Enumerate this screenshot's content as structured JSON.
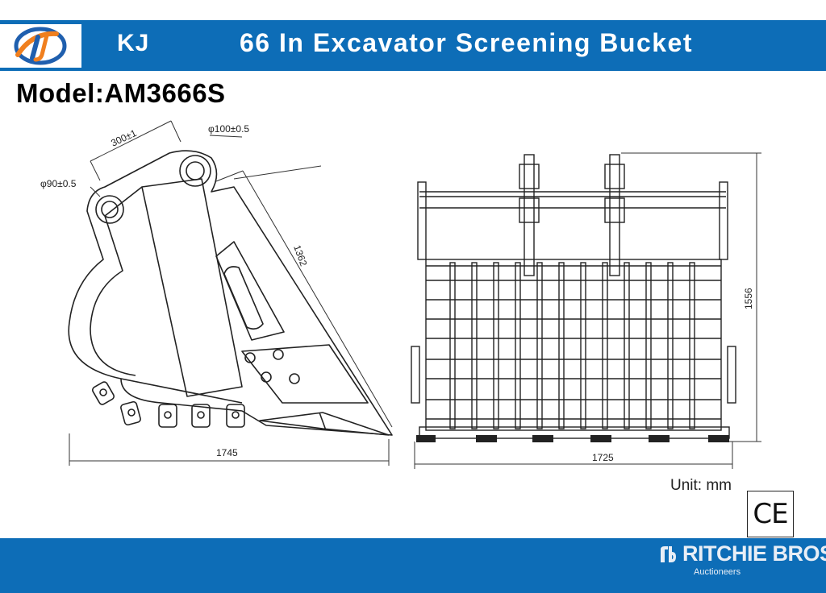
{
  "header": {
    "brand": "KJ",
    "title": "66 In Excavator Screening Bucket",
    "colors": {
      "bar": "#0d6db7",
      "logo_orange": "#f07f1e",
      "logo_blue": "#1f5fae"
    }
  },
  "model": "Model:AM3666S",
  "side_view": {
    "dim_pin_spacing": "300±1",
    "dim_pin_large": "φ100±0.5",
    "dim_pin_small": "φ90±0.5",
    "dim_length": "1362",
    "dim_depth": "1745"
  },
  "front_view": {
    "dim_height": "1556",
    "dim_width": "1725"
  },
  "unit": "Unit: mm",
  "ce_mark": "CE",
  "footer": {
    "watermark_name": "RITCHIE BROS.",
    "watermark_sub": "Auctioneers",
    "color": "#0d6db7"
  }
}
